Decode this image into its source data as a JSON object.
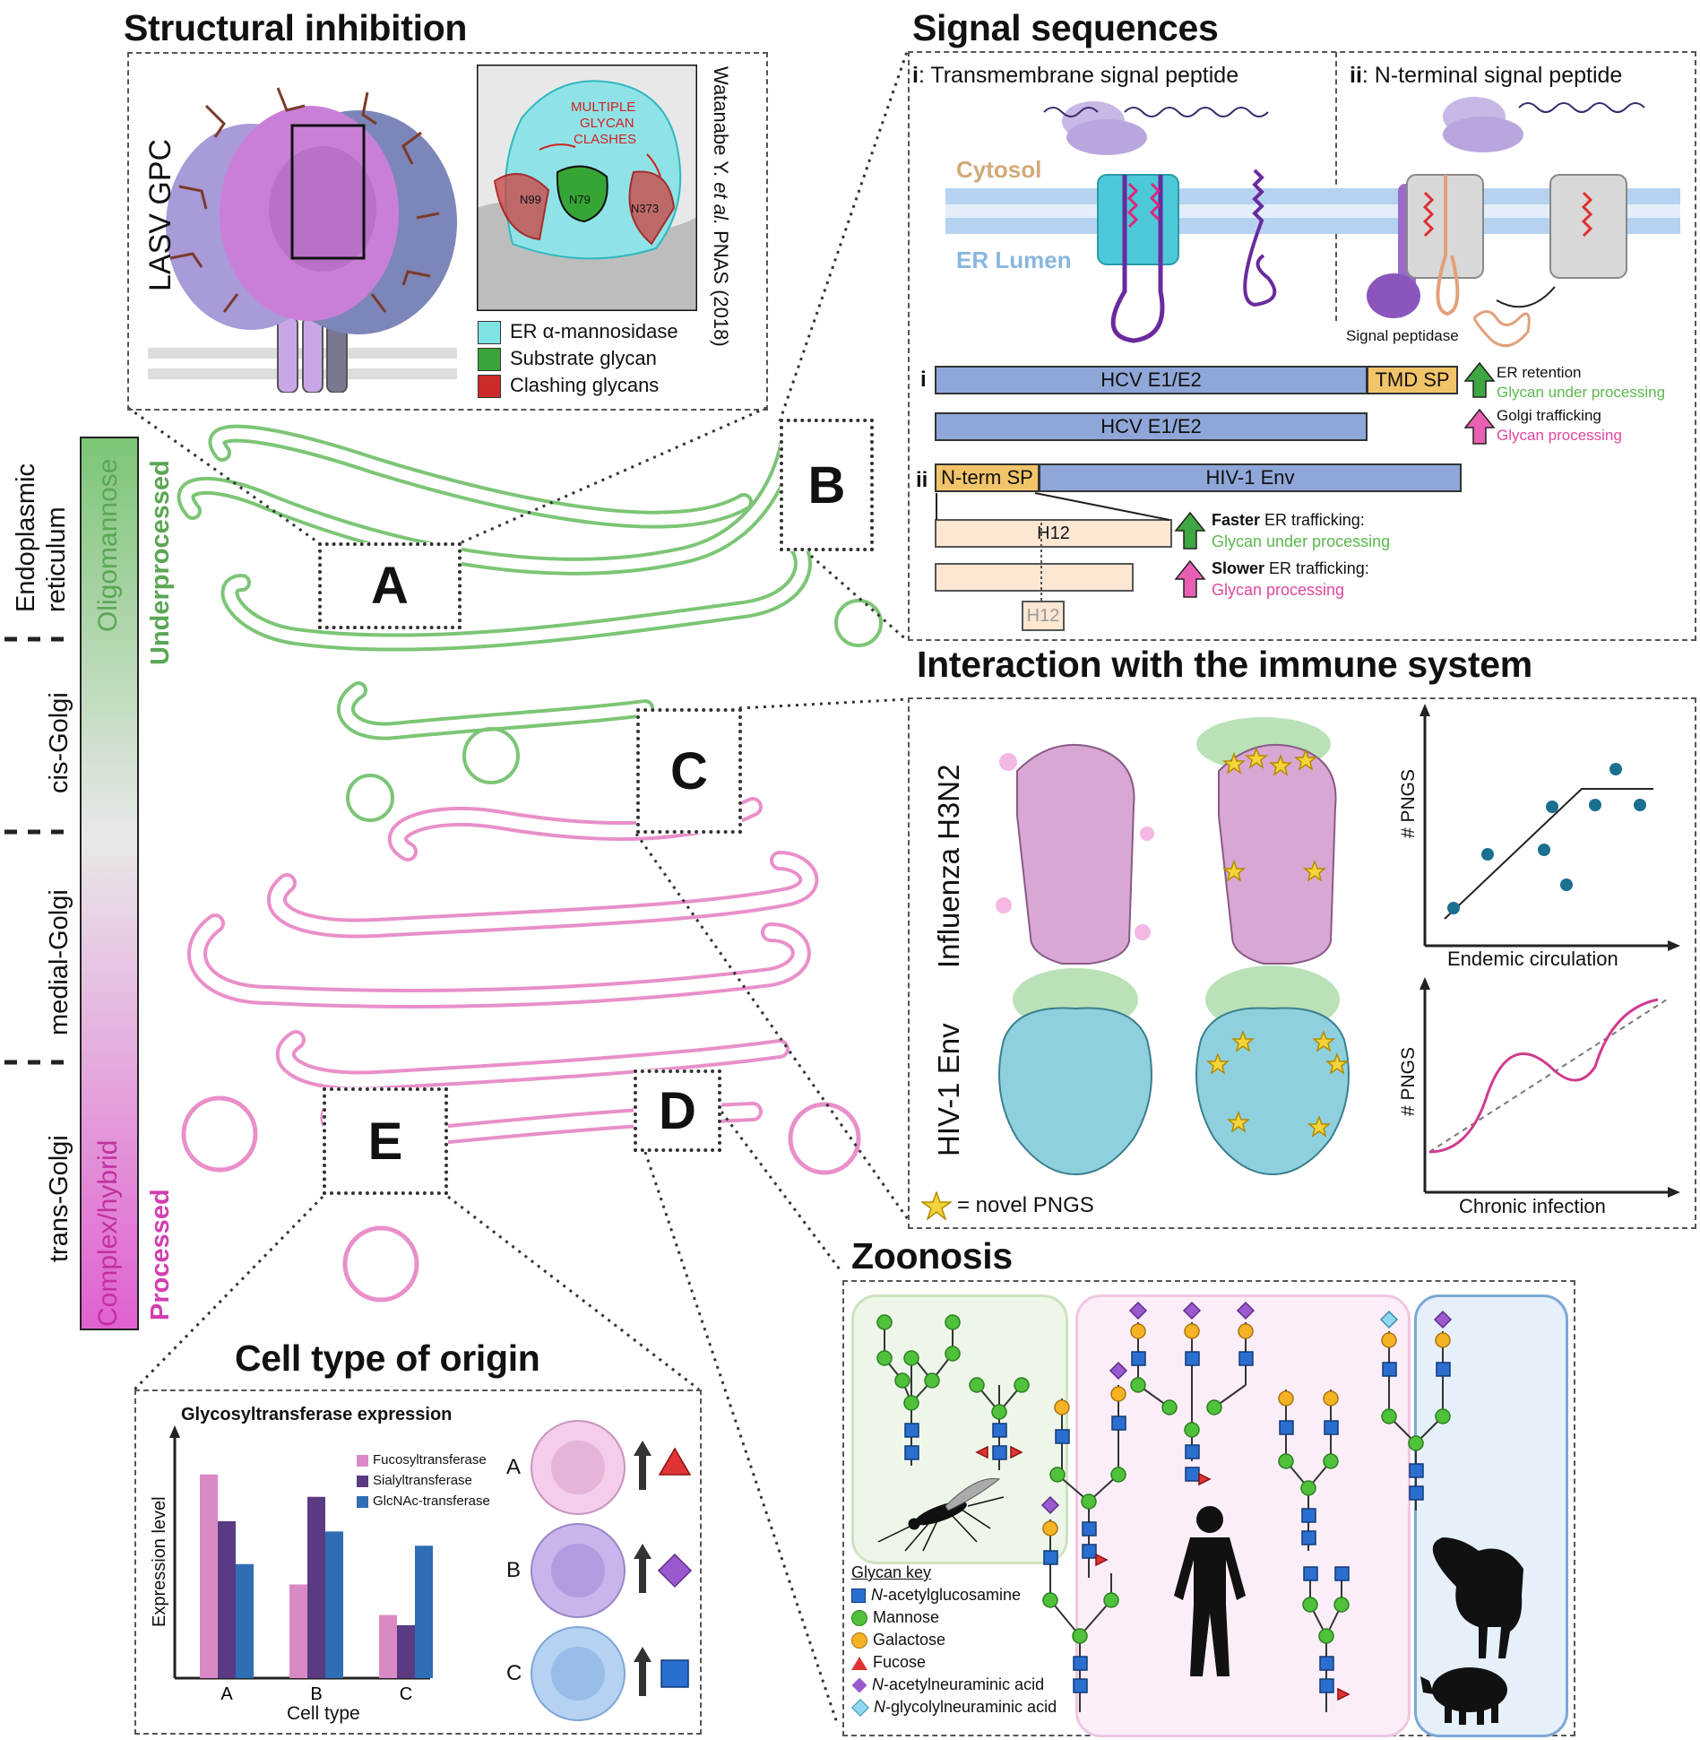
{
  "titles": {
    "structural": "Structural inhibition",
    "signal": "Signal sequences",
    "immune": "Interaction with the immune system",
    "zoonosis": "Zoonosis",
    "cell_type": "Cell type of origin"
  },
  "structural": {
    "protein": "LASV GPC",
    "clash_text": [
      "MULTIPLE",
      "GLYCAN",
      "CLASHES"
    ],
    "sites": [
      "N99",
      "N79",
      "N373"
    ],
    "legend": [
      {
        "label": "ER α-mannosidase",
        "color": "#7fe3e6"
      },
      {
        "label": "Substrate glycan",
        "color": "#3aa43a"
      },
      {
        "label": "Clashing glycans",
        "color": "#cc2b2b"
      }
    ],
    "citation_a": "Watanabe Y. ",
    "citation_b": "et al.",
    "citation_c": " PNAS (2018)"
  },
  "signal": {
    "panel_i_prefix": "i",
    "panel_i_title": ": Transmembrane signal peptide",
    "panel_ii_prefix": "ii",
    "panel_ii_title": ": N-terminal signal peptide",
    "cytosol": "Cytosol",
    "er_lumen": "ER Lumen",
    "signal_peptidase": "Signal peptidase",
    "row_i": "i",
    "row_ii": "ii",
    "hcv1": "HCV E1/E2",
    "tmd_sp": "TMD SP",
    "hcv2": "HCV E1/E2",
    "nterm_sp": "N-term SP",
    "hiv_env": "HIV-1 Env",
    "h12a": "H12",
    "h12b": "H12",
    "er_retention": "ER retention",
    "glycan_under_1": "Glycan under processing",
    "golgi_trafficking": "Golgi trafficking",
    "glycan_processing_1": "Glycan processing",
    "faster_bold": "Faster",
    "faster_rest": " ER trafficking:",
    "glycan_under_2": "Glycan under processing",
    "slower_bold": "Slower",
    "slower_rest": " ER trafficking:",
    "glycan_processing_2": "Glycan processing"
  },
  "golgi": {
    "compartments": [
      "Endoplasmic reticulum",
      "cis-Golgi",
      "medial-Golgi",
      "trans-Golgi"
    ],
    "er_line1": "Endoplasmic",
    "er_line2": "reticulum",
    "gradient_top": "Oligomannose",
    "gradient_bottom": "Complex/hybrid",
    "underprocessed": "Underprocessed",
    "processed": "Processed",
    "boxes": [
      "A",
      "B",
      "C",
      "D",
      "E"
    ],
    "green": "#7cc576",
    "pink": "#e98fc9"
  },
  "immune": {
    "row1": "Influenza H3N2",
    "row2": "HIV-1 Env",
    "legend": "= novel PNGS",
    "plot1": {
      "ylabel": "# PNGS",
      "xlabel": "Endemic circulation"
    },
    "plot2": {
      "ylabel": "# PNGS",
      "xlabel": "Chronic infection"
    }
  },
  "zoonosis": {
    "key_title": "Glycan key",
    "key": [
      {
        "italic": "N",
        "rest": "-acetylglucosamine",
        "shape": "square",
        "color": "#2a6fcf"
      },
      {
        "italic": "",
        "rest": "Mannose",
        "shape": "circle",
        "color": "#4fc13a"
      },
      {
        "italic": "",
        "rest": "Galactose",
        "shape": "circle",
        "color": "#f5b324"
      },
      {
        "italic": "",
        "rest": "Fucose",
        "shape": "triangle",
        "color": "#e03434"
      },
      {
        "italic": "N",
        "rest": "-acetylneuraminic acid",
        "shape": "diamond",
        "color": "#9b59d0"
      },
      {
        "italic": "N",
        "rest": "-glycolylneuraminic acid",
        "shape": "diamond",
        "color": "#8fd8f0"
      }
    ]
  },
  "cell_type": {
    "subtitle": "Glycosyltransferase expression",
    "cells": [
      "A",
      "B",
      "C"
    ],
    "chart_data": {
      "type": "bar",
      "title": "Glycosyltransferase expression",
      "xlabel": "Cell type",
      "ylabel": "Expression level",
      "categories": [
        "A",
        "B",
        "C"
      ],
      "series": [
        {
          "name": "Fucosyltransferase",
          "color": "#d98ac5",
          "values": [
            100,
            46,
            31
          ]
        },
        {
          "name": "Sialyltransferase",
          "color": "#5a3a82",
          "values": [
            77,
            89,
            26
          ]
        },
        {
          "name": "GlcNAc-transferase",
          "color": "#2f6db5",
          "values": [
            56,
            72,
            65
          ]
        }
      ],
      "ylim": [
        0,
        110
      ]
    }
  }
}
